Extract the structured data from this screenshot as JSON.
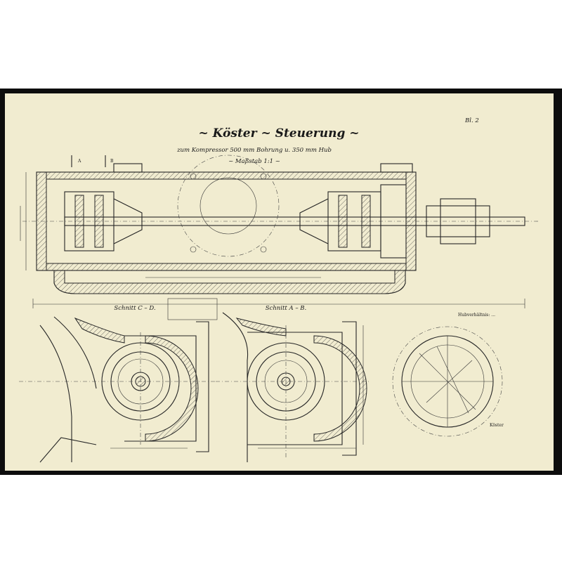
{
  "drawing": {
    "title": "~ Köster ~ Steuerung ~",
    "subtitle": "zum Kompressor 500 mm Bohrung u. 350 mm Hub",
    "scale_note": "~ Maßstab 1:1 ~",
    "sheet_mark": "Bl. 2",
    "section_cd_label": "Schnitt C – D.",
    "section_ab_label": "Schnitt A – B.",
    "section_marker_a": "A",
    "section_marker_b": "B",
    "legend_note": "Hubverhältnis: ...",
    "signature": "Köster"
  },
  "colors": {
    "frame": "#0d0d0d",
    "paper": "#f1ecd0",
    "ink": "#262626"
  }
}
